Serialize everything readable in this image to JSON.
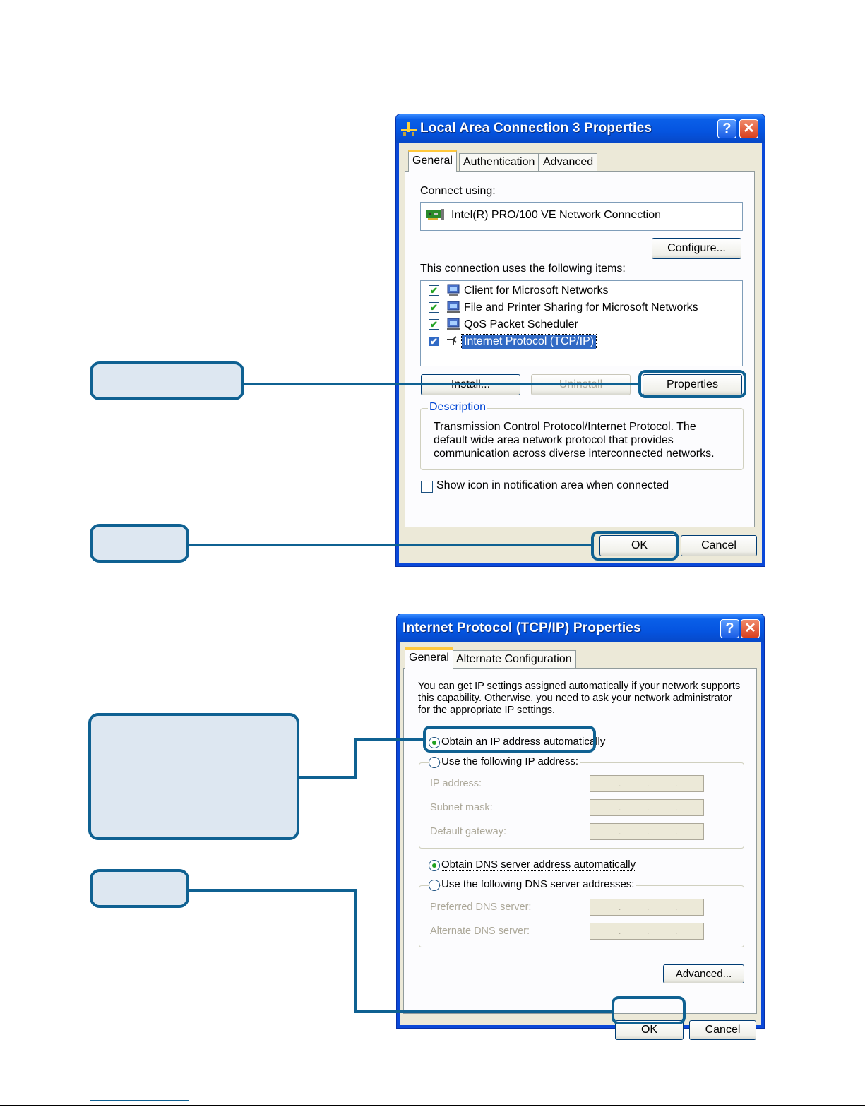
{
  "dialog1": {
    "title": "Local Area Connection 3 Properties",
    "help_button": "?",
    "close_button": "✕",
    "tabs": [
      "General",
      "Authentication",
      "Advanced"
    ],
    "connect_using_label": "Connect using:",
    "adapter_name": "Intel(R) PRO/100 VE Network Connection",
    "configure_button": "Configure...",
    "items_label": "This connection uses the following items:",
    "items": [
      {
        "label": "Client for Microsoft Networks",
        "checked": true
      },
      {
        "label": "File and Printer Sharing for Microsoft Networks",
        "checked": true
      },
      {
        "label": "QoS Packet Scheduler",
        "checked": true
      },
      {
        "label": "Internet Protocol (TCP/IP)",
        "checked": true,
        "selected": true
      }
    ],
    "install_button": "Install...",
    "uninstall_button": "Uninstall",
    "properties_button": "Properties",
    "description_title": "Description",
    "description_text": "Transmission Control Protocol/Internet Protocol. The default wide area network protocol that provides communication across diverse interconnected networks.",
    "show_icon_label": "Show icon in notification area when connected",
    "show_icon_checked": false,
    "ok_button": "OK",
    "cancel_button": "Cancel"
  },
  "dialog2": {
    "title": "Internet Protocol (TCP/IP) Properties",
    "help_button": "?",
    "close_button": "✕",
    "tabs": [
      "General",
      "Alternate Configuration"
    ],
    "intro_text": "You can get IP settings assigned automatically if your network supports this capability. Otherwise, you need to ask your network administrator for the appropriate IP settings.",
    "obtain_ip_auto": "Obtain an IP address automatically",
    "use_following_ip": "Use the following IP address:",
    "ip_address_label": "IP address:",
    "subnet_mask_label": "Subnet mask:",
    "default_gateway_label": "Default gateway:",
    "ip_dots": ".",
    "obtain_dns_auto": "Obtain DNS server address automatically",
    "use_following_dns": "Use the following DNS server addresses:",
    "preferred_dns_label": "Preferred DNS server:",
    "alternate_dns_label": "Alternate DNS server:",
    "advanced_button": "Advanced...",
    "ok_button": "OK",
    "cancel_button": "Cancel",
    "ip_mode": "automatic",
    "dns_mode": "automatic"
  },
  "colors": {
    "callout_border": "#0f6192",
    "callout_fill": "#dde7f1",
    "xp_title_blue": "#0554e0",
    "dialog_face": "#ece9d8",
    "selection_blue": "#316ac5"
  }
}
